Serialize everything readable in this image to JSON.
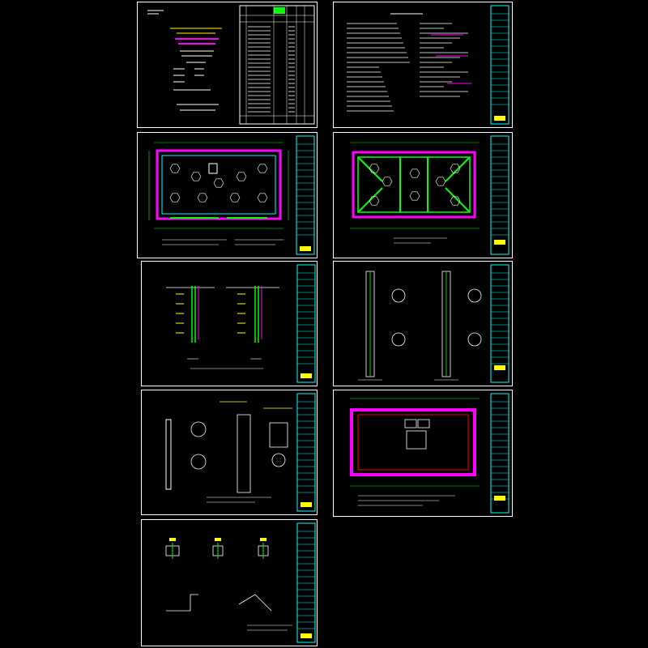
{
  "viewer": {
    "background": "#000000",
    "line_colors": {
      "frame": "#ffffff",
      "title_block": "#00ffff",
      "grid": "#00ff00",
      "wall": "#ff00ff",
      "accent": "#ffff00",
      "hatch": "#ff0000"
    }
  },
  "sheets": [
    {
      "id": "cover-and-index",
      "kind": "cover",
      "title": "",
      "labels": []
    },
    {
      "id": "design-notes",
      "kind": "notes",
      "title": "",
      "labels": []
    },
    {
      "id": "foundation-plan-1",
      "kind": "plan",
      "title": "",
      "labels": []
    },
    {
      "id": "foundation-plan-2",
      "kind": "plan",
      "title": "",
      "labels": []
    },
    {
      "id": "wall-sections",
      "kind": "section",
      "title": "",
      "labels": []
    },
    {
      "id": "pile-details-1",
      "kind": "pile",
      "title": "",
      "labels": []
    },
    {
      "id": "pile-details-2",
      "kind": "detail",
      "title": "",
      "labels": []
    },
    {
      "id": "roof-plan",
      "kind": "plan",
      "title": "",
      "labels": []
    },
    {
      "id": "node-details",
      "kind": "detail",
      "title": "",
      "labels": []
    }
  ]
}
